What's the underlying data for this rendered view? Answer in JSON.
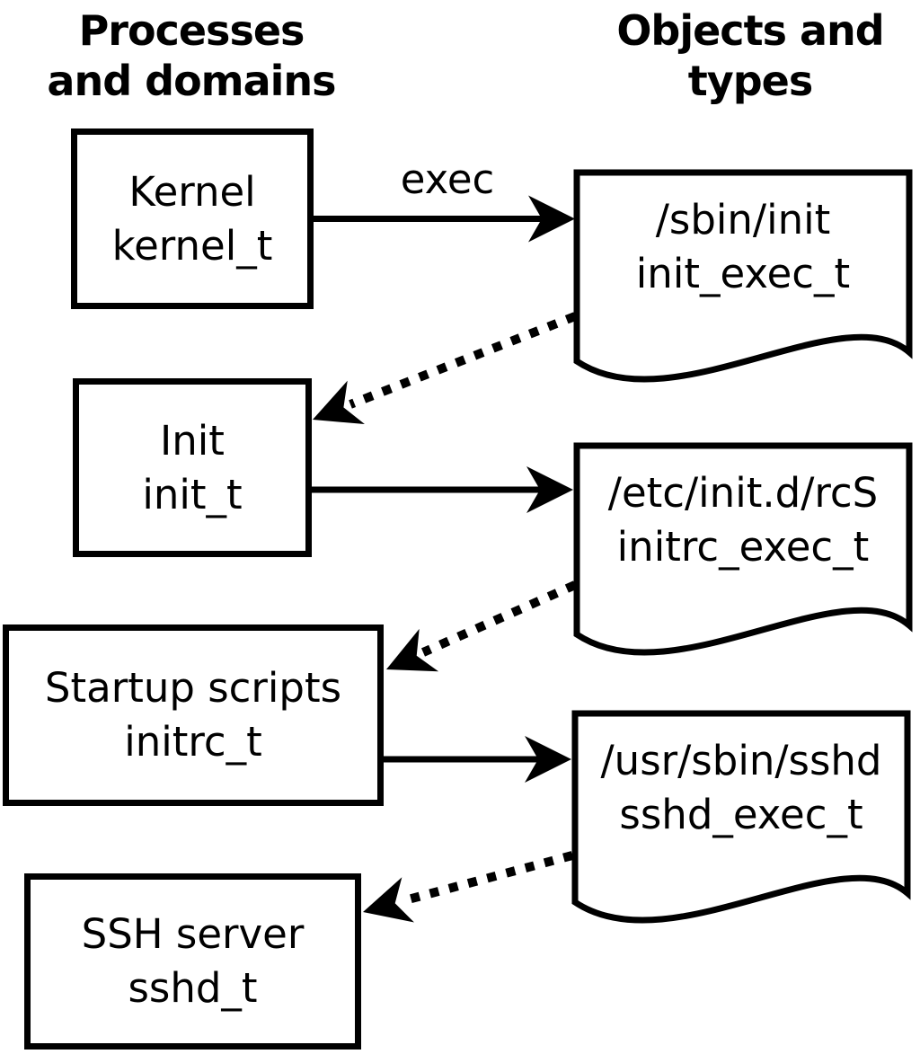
{
  "headers": {
    "left": {
      "line1": "Processes",
      "line2": "and domains"
    },
    "right": {
      "line1": "Objects and",
      "line2": "types"
    }
  },
  "nodes": {
    "processes": [
      {
        "label": "Kernel",
        "type": "kernel_t"
      },
      {
        "label": "Init",
        "type": "init_t"
      },
      {
        "label": "Startup scripts",
        "type": "initrc_t"
      },
      {
        "label": "SSH server",
        "type": "sshd_t"
      }
    ],
    "objects": [
      {
        "path": "/sbin/init",
        "type": "init_exec_t"
      },
      {
        "path": "/etc/init.d/rcS",
        "type": "initrc_exec_t"
      },
      {
        "path": "/usr/sbin/sshd",
        "type": "sshd_exec_t"
      }
    ]
  },
  "edges": {
    "exec_label": "exec",
    "solid": [
      {
        "from": "kernel_t",
        "to": "init_exec_t",
        "label": "exec"
      },
      {
        "from": "init_t",
        "to": "initrc_exec_t",
        "label": ""
      },
      {
        "from": "initrc_t",
        "to": "sshd_exec_t",
        "label": ""
      }
    ],
    "dotted": [
      {
        "from": "init_exec_t",
        "to": "init_t"
      },
      {
        "from": "initrc_exec_t",
        "to": "initrc_t"
      },
      {
        "from": "sshd_exec_t",
        "to": "sshd_t"
      }
    ]
  },
  "colors": {
    "ink": "#000000",
    "background": "#ffffff"
  }
}
